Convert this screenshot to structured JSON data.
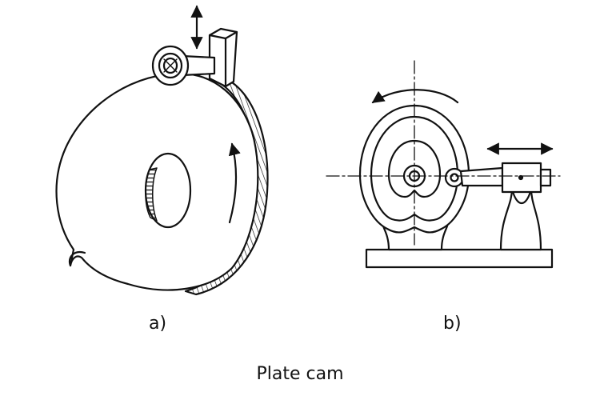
{
  "figure": {
    "label_a": "a)",
    "label_b": "b)",
    "caption": "Plate cam"
  },
  "colors": {
    "stroke": "#111111",
    "fill": "#ffffff"
  }
}
